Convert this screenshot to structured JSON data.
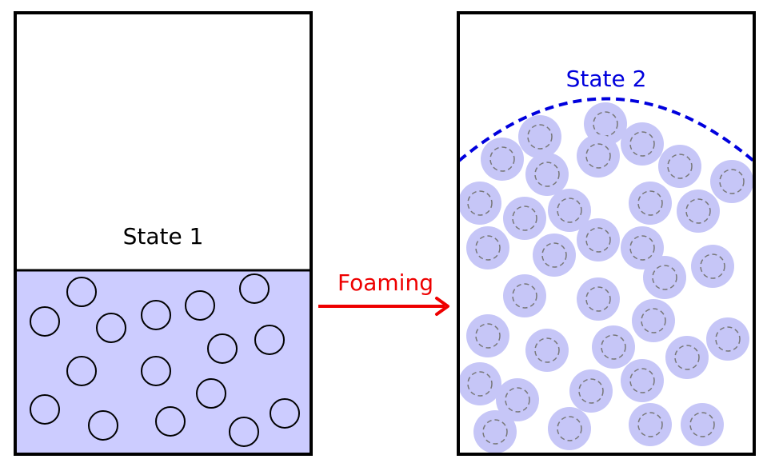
{
  "state1": {
    "label": "State 1"
  },
  "arrow": {
    "label": "Foaming",
    "color": "#ee0000"
  },
  "state2": {
    "label": "State 2",
    "color": "#0000dd"
  },
  "colors": {
    "liquid_fill": "#ccccff",
    "bubble_fill": "#c6c6f7",
    "outline": "#000000",
    "dashed_bubble": "#777777"
  }
}
